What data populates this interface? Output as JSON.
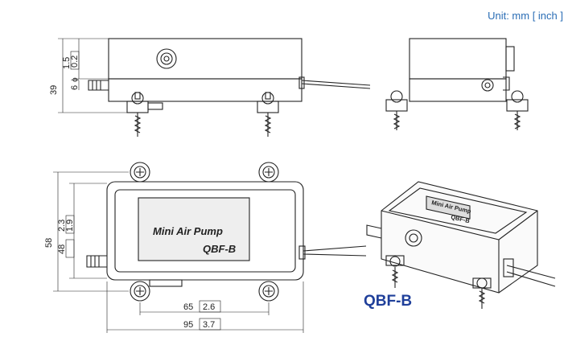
{
  "unit_label": "Unit: mm [ inch ]",
  "model_name": "QBF-B",
  "label_plate": {
    "line1": "Mini Air Pump",
    "line2": "QBF-B"
  },
  "iso_plate": {
    "line1": "Mini Air Pump",
    "line2": "QBF-B"
  },
  "dimensions": {
    "height_mm": "39",
    "top_mm": "1.5",
    "top_in": "0.2",
    "nozzle_mm": "6",
    "width_mm": "58",
    "width_in": "2.3",
    "inner_mm": "48",
    "inner_in": "1.9",
    "hole_mm": "65",
    "hole_in": "2.6",
    "length_mm": "95",
    "length_in": "3.7"
  }
}
